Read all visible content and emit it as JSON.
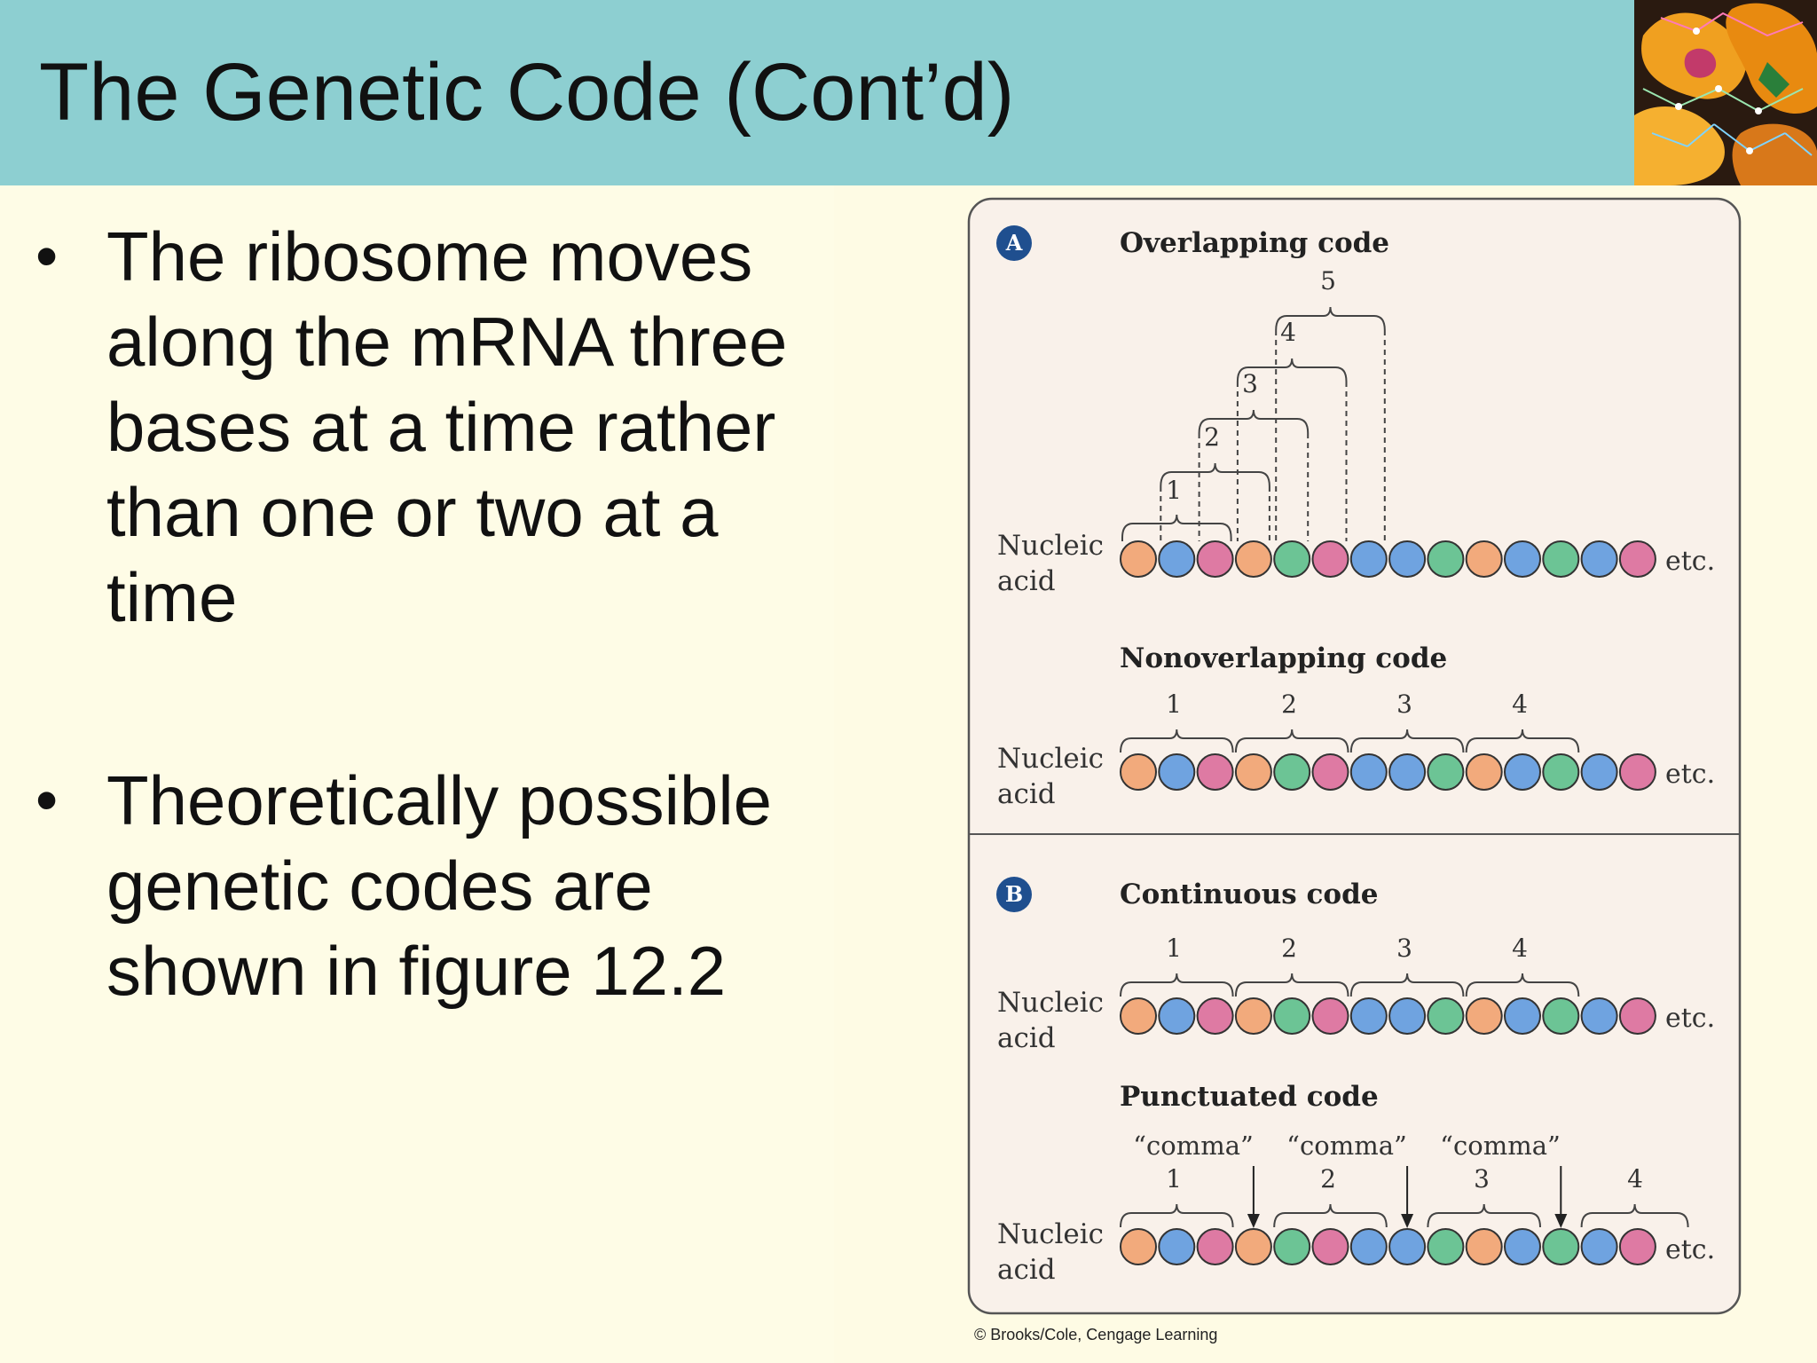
{
  "slide": {
    "title": "The Genetic Code (Cont’d)",
    "bullets": [
      "The ribosome moves along the mRNA three bases at a time rather than one or two at a time",
      "Theoretically possible genetic codes are shown in figure 12.2"
    ]
  },
  "figure": {
    "panel_a_letter": "A",
    "panel_b_letter": "B",
    "nucleic_label_1": "Nucleic",
    "nucleic_label_2": "acid",
    "etc": "etc.",
    "codes": {
      "overlapping": "Overlapping code",
      "nonoverlapping": "Nonoverlapping code",
      "continuous": "Continuous code",
      "punctuated": "Punctuated code"
    },
    "comma_label": "“comma”",
    "overlap_numbers": [
      "1",
      "2",
      "3",
      "4",
      "5"
    ],
    "codon_numbers": [
      "1",
      "2",
      "3",
      "4"
    ],
    "base_colors": {
      "orange": "#f2aa7c",
      "blue": "#6fa3e0",
      "pink": "#de7aa3",
      "green": "#6cc495"
    },
    "sequence": [
      "orange",
      "blue",
      "pink",
      "orange",
      "green",
      "pink",
      "blue",
      "blue",
      "green",
      "orange",
      "blue",
      "green",
      "blue",
      "pink"
    ],
    "punctuated_sequence": [
      "orange",
      "blue",
      "pink",
      "orange",
      "green",
      "pink",
      "blue",
      "blue",
      "green",
      "orange",
      "blue",
      "green",
      "blue",
      "pink"
    ],
    "credit": "© Brooks/Cole, Cengage Learning"
  }
}
